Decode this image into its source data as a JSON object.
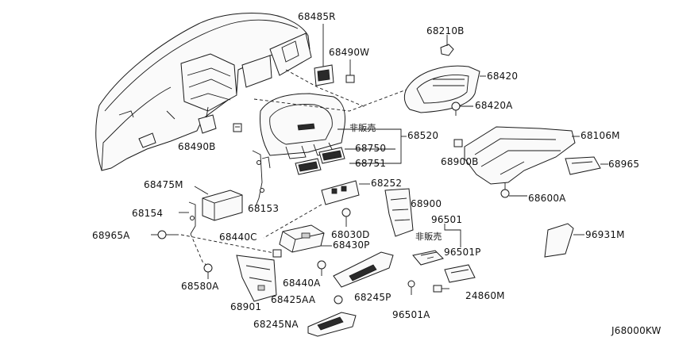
{
  "diagram_code": "J68000KW",
  "parts": {
    "p68485R": "68485R",
    "p68490W": "68490W",
    "p68210B": "68210B",
    "p68420": "68420",
    "p68420A": "68420A",
    "p68490B": "68490B",
    "p68520_note": "非販売",
    "p68520": "68520",
    "p68750": "68750",
    "p68751": "68751",
    "p68106M": "68106M",
    "p68900B": "68900B",
    "p68965": "68965",
    "p68475M": "68475M",
    "p68252": "68252",
    "p68600A": "68600A",
    "p68154": "68154",
    "p68153": "68153",
    "p68900": "68900",
    "p96501": "96501",
    "p68965A": "68965A",
    "p68440C": "68440C",
    "p68030D": "68030D",
    "p96501_note": "非販売",
    "p96931M": "96931M",
    "p68430P": "68430P",
    "p96501P": "96501P",
    "p68580A": "68580A",
    "p68440A": "68440A",
    "p24860M": "24860M",
    "p68901": "68901",
    "p68425AA": "68425AA",
    "p68245P": "68245P",
    "p96501A": "96501A",
    "p68245NA": "68245NA"
  }
}
